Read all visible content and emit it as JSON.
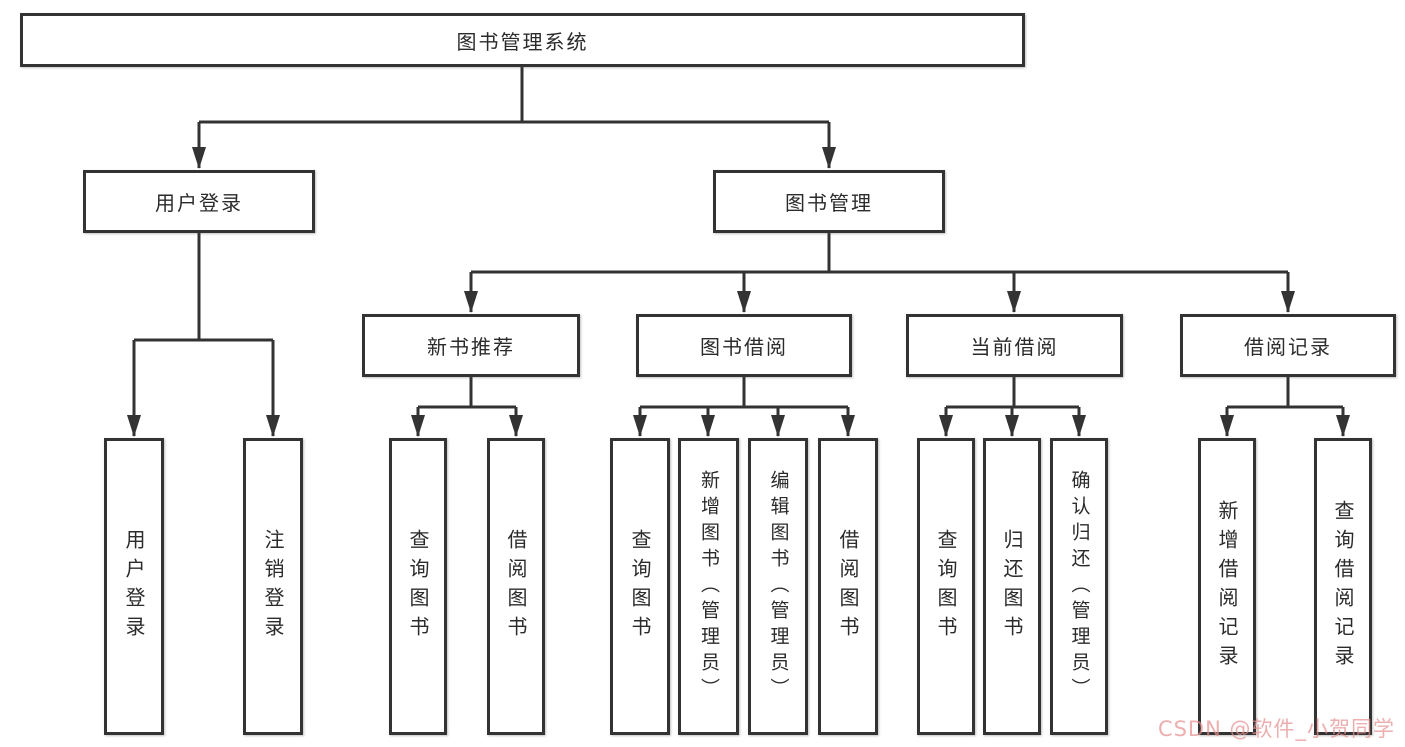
{
  "diagram": {
    "root": {
      "label": "图书管理系统"
    },
    "level2": [
      {
        "label": "用户登录"
      },
      {
        "label": "图书管理"
      }
    ],
    "level3": [
      {
        "label": "新书推荐"
      },
      {
        "label": "图书借阅"
      },
      {
        "label": "当前借阅"
      },
      {
        "label": "借阅记录"
      }
    ],
    "leaves": {
      "user_login": [
        {
          "label": "用户登录"
        },
        {
          "label": "注销登录"
        }
      ],
      "new_book": [
        {
          "label": "查询图书"
        },
        {
          "label": "借阅图书"
        }
      ],
      "book_borrow": [
        {
          "label": "查询图书"
        },
        {
          "label": "新增图书（管理员）"
        },
        {
          "label": "编辑图书（管理员）"
        },
        {
          "label": "借阅图书"
        }
      ],
      "current_borrow": [
        {
          "label": "查询图书"
        },
        {
          "label": "归还图书"
        },
        {
          "label": "确认归还（管理员）"
        }
      ],
      "borrow_record": [
        {
          "label": "新增借阅记录"
        },
        {
          "label": "查询借阅记录"
        }
      ]
    },
    "colors": {
      "line": "#333333",
      "box_border": "#333333",
      "text": "#2b2b2b",
      "background": "#ffffff"
    }
  },
  "watermark": {
    "text": "CSDN @软件_小贺同学",
    "color": "#e5908f"
  }
}
